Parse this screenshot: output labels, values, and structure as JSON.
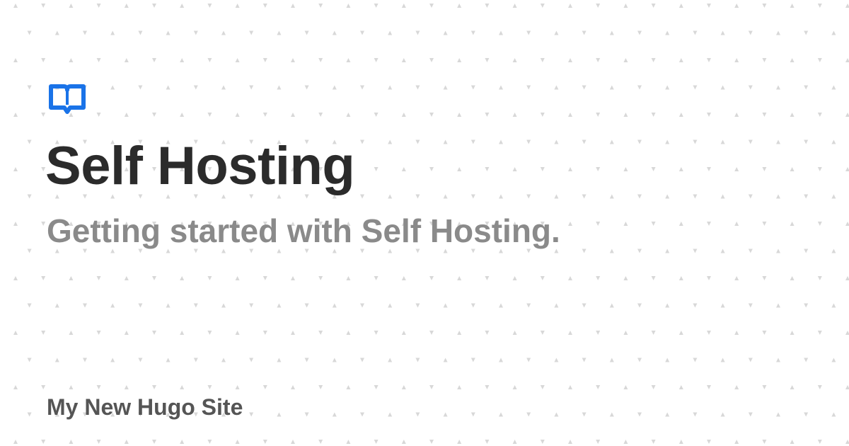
{
  "card": {
    "title": "Self Hosting",
    "subtitle": "Getting started with Self Hosting.",
    "site_name": "My New Hugo Site",
    "logo_icon": "open-book-icon"
  },
  "colors": {
    "background": "#ffffff",
    "title": "#2b2b2b",
    "subtitle": "#8a8a8a",
    "site_name": "#555555",
    "logo": "#1a73e8",
    "pattern": "#d8d8d8"
  }
}
